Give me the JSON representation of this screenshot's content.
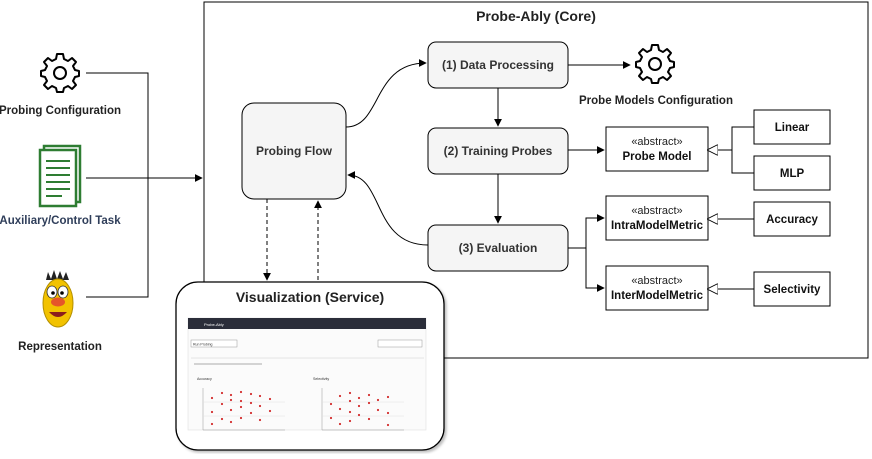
{
  "core": {
    "title": "Probe-Ably (Core)"
  },
  "inputs": {
    "probing_configuration": "Probing Configuration",
    "auxiliary_task": "Auxiliary/Control Task",
    "representation": "Representation"
  },
  "flow": {
    "probing_flow": "Probing Flow",
    "data_processing": "(1) Data Processing",
    "training_probes": "(2) Training Probes",
    "evaluation": "(3) Evaluation",
    "probe_models_configuration": "Probe Models Configuration"
  },
  "classes": {
    "stereotype": "«abstract»",
    "probe_model": "Probe Model",
    "intra_metric": "IntraModelMetric",
    "inter_metric": "InterModelMetric",
    "linear": "Linear",
    "mlp": "MLP",
    "accuracy": "Accuracy",
    "selectivity": "Selectivity"
  },
  "service": {
    "title": "Visualization (Service)",
    "mini_header": "Probe-Ably",
    "mini_button": "Run Probing",
    "mini_left_title": "Accuracy",
    "mini_right_title": "Selectivity"
  },
  "colors": {
    "box_fill": "#f5f5f5",
    "stroke": "#000000",
    "doc_green": "#2e7d32",
    "mini_header": "#2b2e3a",
    "dots": "#d32f2f"
  }
}
